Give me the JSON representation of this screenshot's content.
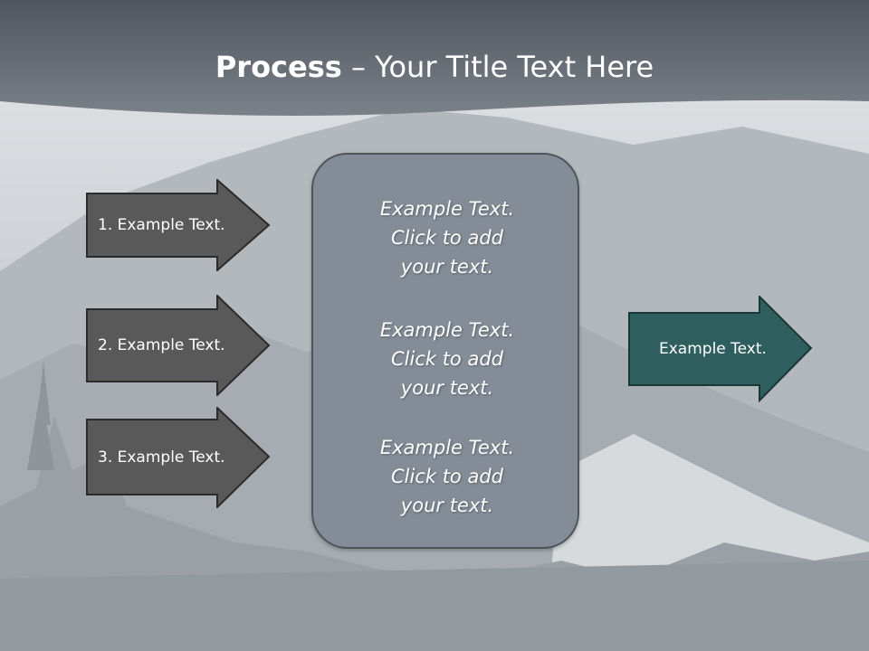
{
  "slide": {
    "title_bold": "Process",
    "title_rest": " – Your Title Text Here"
  },
  "steps": [
    {
      "label": "1. Example Text."
    },
    {
      "label": "2. Example Text."
    },
    {
      "label": "3. Example Text."
    }
  ],
  "center_box": {
    "paragraphs": [
      {
        "line1": "Example Text.",
        "line2": "Click  to add",
        "line3": "your text."
      },
      {
        "line1": "Example Text.",
        "line2": "Click  to add",
        "line3": "your text."
      },
      {
        "line1": "Example Text.",
        "line2": "Click  to add",
        "line3": "your text."
      }
    ]
  },
  "result": {
    "label": "Example Text."
  },
  "colors": {
    "header": "#5f666e",
    "step_fill": "#595959",
    "center_fill": "#848d97",
    "result_fill": "#2f5e5e",
    "text": "#ffffff"
  }
}
